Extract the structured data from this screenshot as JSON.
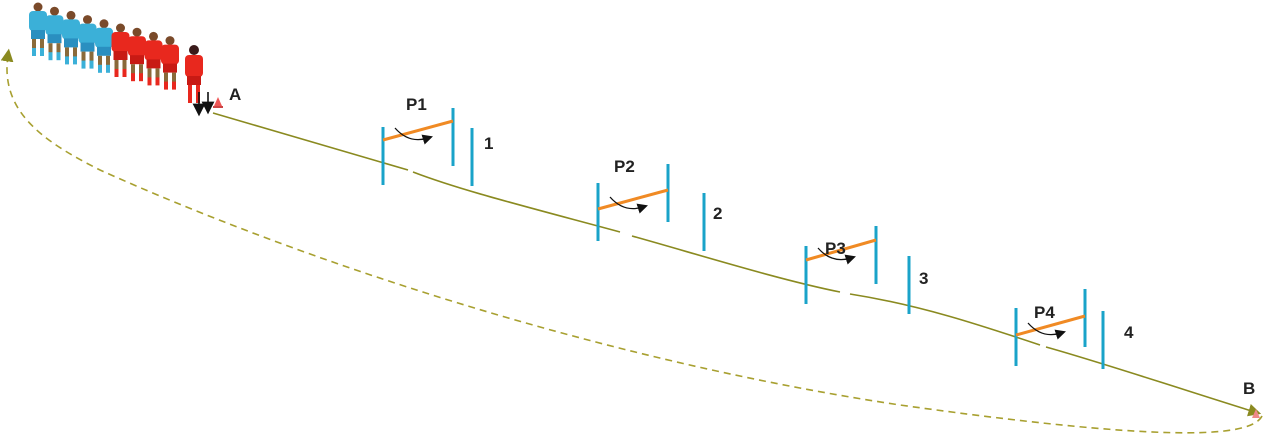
{
  "labels": {
    "start": "A",
    "end": "B"
  },
  "gates": [
    {
      "name": "P1",
      "number": "1"
    },
    {
      "name": "P2",
      "number": "2"
    },
    {
      "name": "P3",
      "number": "3"
    },
    {
      "name": "P4",
      "number": "4"
    }
  ],
  "players": {
    "blue_count": 5,
    "red_count": 4,
    "active_count": 1
  },
  "colors": {
    "blue_team": "#3bb0d8",
    "red_team": "#e8281e",
    "path": "#8a8a20",
    "post": "#1aa3c9",
    "bar": "#f08a24"
  }
}
